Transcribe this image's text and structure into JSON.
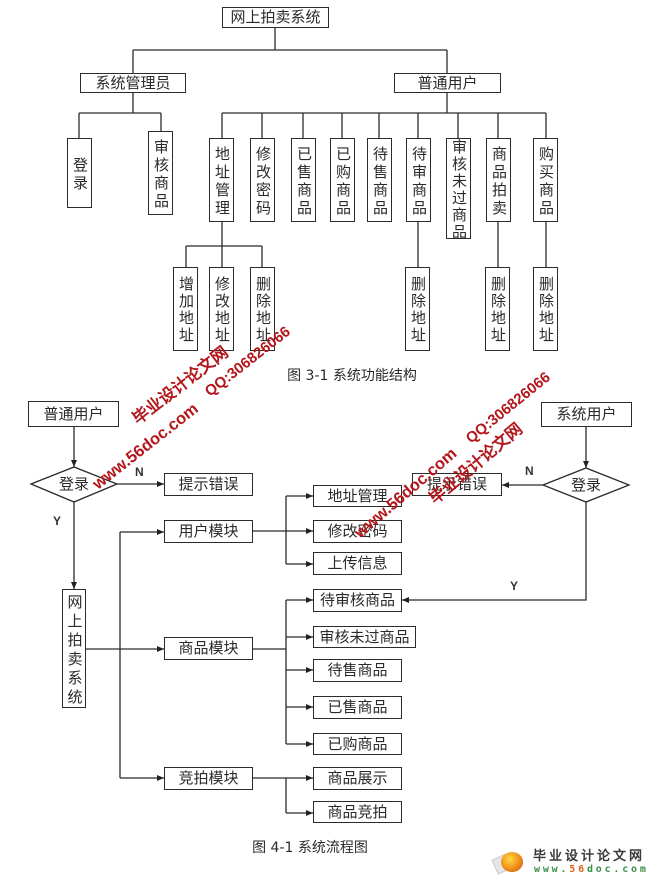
{
  "figure1": {
    "root": "网上拍卖系统",
    "admin": {
      "label": "系统管理员",
      "children": [
        "登录",
        "审核商品"
      ]
    },
    "user": {
      "label": "普通用户",
      "children": [
        "地址管理",
        "修改密码",
        "已售商品",
        "已购商品",
        "待售商品",
        "待审商品",
        "审核未过商品",
        "商品拍卖",
        "购买商品"
      ]
    },
    "address_children": [
      "增加地址",
      "修改地址",
      "删除地址"
    ],
    "pending_review_children": [
      "删除地址"
    ],
    "auction_children": [
      "删除地址"
    ],
    "buy_children": [
      "删除地址"
    ],
    "caption": "图 3-1  系统功能结构"
  },
  "figure2": {
    "normal_user": "普通用户",
    "system_user": "系统用户",
    "login_left": "登录",
    "login_right": "登录",
    "error_left": "提示错误",
    "error_right": "提示错误",
    "label_no": "N",
    "label_yes": "Y",
    "system": "网上拍卖系统",
    "modules": [
      {
        "label": "用户模块",
        "items": [
          "地址管理",
          "修改密码",
          "上传信息"
        ]
      },
      {
        "label": "商品模块",
        "items": [
          "待审核商品",
          "审核未过商品",
          "待售商品",
          "已售商品",
          "已购商品"
        ]
      },
      {
        "label": "竞拍模块",
        "items": [
          "商品展示",
          "商品竞拍"
        ]
      }
    ],
    "caption": "图 4-1 系统流程图"
  },
  "watermarks": [
    {
      "site": "www.56doc.com",
      "name": "毕业设计论文网",
      "qq": "QQ:306826066"
    },
    {
      "site": "www.56doc.com",
      "name": "毕业设计论文网",
      "qq": "QQ:306826066"
    }
  ],
  "logo": {
    "name": "毕业设计论文网",
    "url_prefix": "www.",
    "url_number": "56",
    "url_suffix": "doc.com"
  },
  "colors": {
    "line": "#2b2b2b",
    "text": "#2a2a2a",
    "watermark": "#b3171c",
    "logo_dark": "#3a3a3a",
    "logo_green": "#3b8f4a",
    "logo_orange": "#e0601a"
  }
}
